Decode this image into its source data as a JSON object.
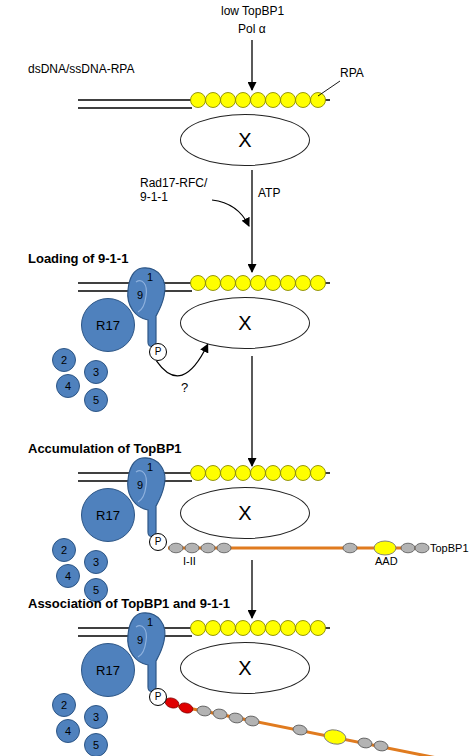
{
  "diagram": {
    "nodes": [
      {
        "text": [
          "X"
        ]
      },
      {
        "text": [
          "1",
          "9"
        ]
      },
      {
        "text": [
          "X"
        ]
      },
      {
        "text": [
          "R17"
        ]
      },
      {
        "text": [
          "P"
        ]
      },
      {
        "text": [
          "2"
        ]
      },
      {
        "text": [
          "3"
        ]
      },
      {
        "text": [
          "4"
        ]
      },
      {
        "text": [
          "5"
        ]
      },
      {
        "text": [
          "1",
          "9"
        ]
      },
      {
        "text": [
          "X"
        ]
      },
      {
        "text": [
          "R17"
        ]
      },
      {
        "text": [
          "P"
        ]
      },
      {
        "text": [
          "2"
        ]
      },
      {
        "text": [
          "3"
        ]
      },
      {
        "text": [
          "4"
        ]
      },
      {
        "text": [
          "5"
        ]
      },
      {
        "text": [
          "1",
          "9"
        ]
      },
      {
        "text": [
          "X"
        ]
      },
      {
        "text": [
          "R17"
        ]
      },
      {
        "text": [
          "P"
        ]
      },
      {
        "text": [
          "2"
        ]
      },
      {
        "text": [
          "3"
        ]
      },
      {
        "text": [
          "4"
        ]
      },
      {
        "text": [
          "5"
        ]
      }
    ],
    "edges": [
      {
        "from": 4,
        "to": 2,
        "label": "?",
        "arrow": "to"
      }
    ],
    "labels": [
      "low TopBP1",
      "Pol α",
      "dsDNA/ssDNA-RPA",
      "RPA",
      "Rad17-RFC/ 9-1-1",
      "ATP",
      "Loading of 9-1-1",
      "Accumulation of TopBP1",
      "I-II",
      "AAD",
      "TopBP1",
      "Association of TopBP1 and 9-1-1"
    ]
  }
}
